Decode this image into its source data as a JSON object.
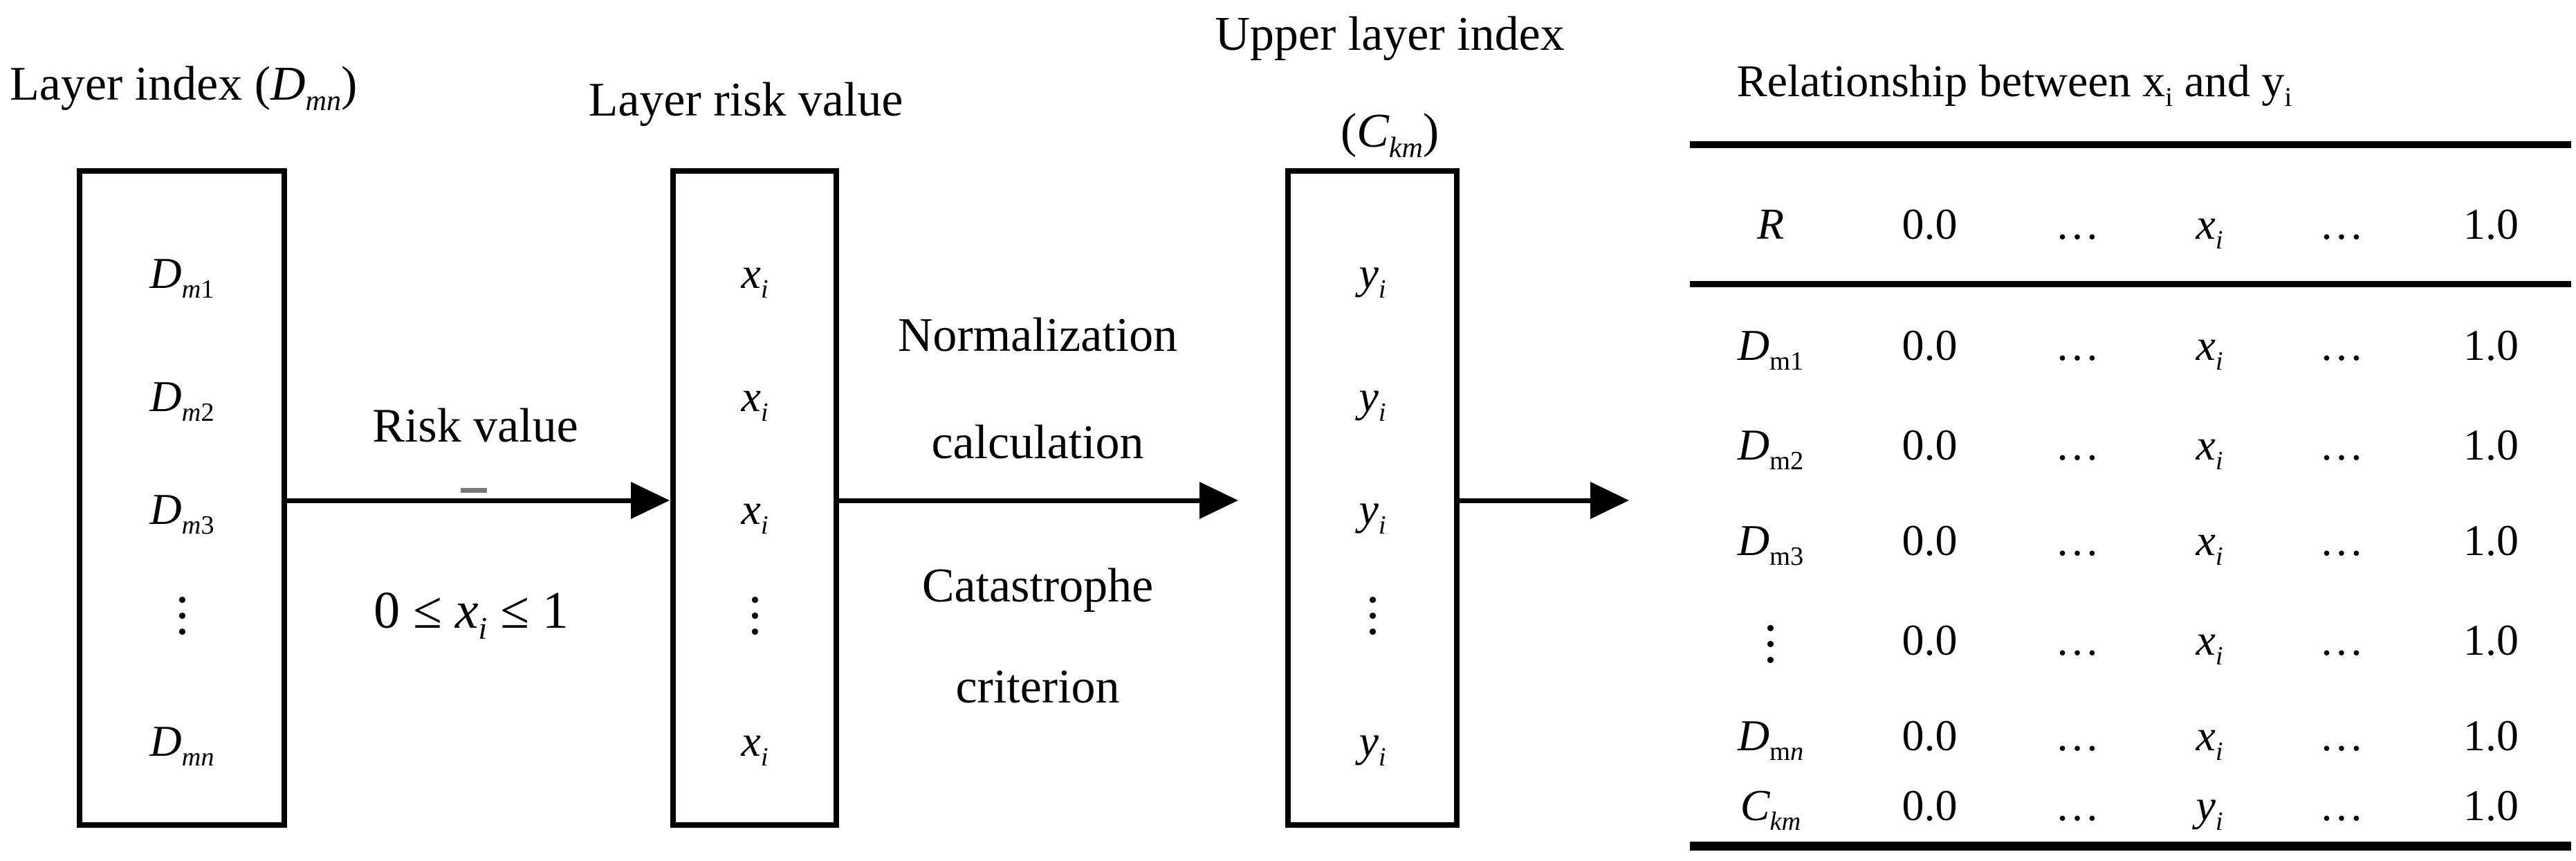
{
  "titles": {
    "layer_index": [
      {
        "t": "Layer index ("
      },
      {
        "t": "D",
        "it": true
      },
      {
        "t": "mn",
        "it": true,
        "sub": true
      },
      {
        "t": ")"
      }
    ],
    "layer_risk_value": [
      {
        "t": "Layer risk value"
      }
    ],
    "upper_layer_index": [
      {
        "t": "Upper layer index"
      }
    ],
    "upper_layer_index_symbol": [
      {
        "t": "("
      },
      {
        "t": "C",
        "it": true
      },
      {
        "t": "km",
        "it": true,
        "sub": true
      },
      {
        "t": ")"
      }
    ],
    "table_title": [
      {
        "t": "Relationship between x"
      },
      {
        "t": "i",
        "sub": true
      },
      {
        "t": " and y"
      },
      {
        "t": "i",
        "sub": true
      }
    ]
  },
  "labels": {
    "risk_value": [
      {
        "t": "Risk value"
      }
    ],
    "risk_range": [
      {
        "t": "0 ≤ "
      },
      {
        "t": "x",
        "it": true
      },
      {
        "t": "i",
        "it": true,
        "sub": true
      },
      {
        "t": " ≤ 1"
      }
    ],
    "normalization_line1": [
      {
        "t": "Normalization"
      }
    ],
    "normalization_line2": [
      {
        "t": "calculation"
      }
    ],
    "catastrophe_line1": [
      {
        "t": "Catastrophe"
      }
    ],
    "catastrophe_line2": [
      {
        "t": "criterion"
      }
    ]
  },
  "boxes": {
    "layer_index_items": [
      [
        {
          "t": "D",
          "it": true
        },
        {
          "t": "m",
          "it": true,
          "sub": true
        },
        {
          "t": "1",
          "sub": true
        }
      ],
      [
        {
          "t": "D",
          "it": true
        },
        {
          "t": "m",
          "it": true,
          "sub": true
        },
        {
          "t": "2",
          "sub": true
        }
      ],
      [
        {
          "t": "D",
          "it": true
        },
        {
          "t": "m",
          "it": true,
          "sub": true
        },
        {
          "t": "3",
          "sub": true
        }
      ],
      [
        {
          "t": "⋮",
          "vd": true
        }
      ],
      [
        {
          "t": "D",
          "it": true
        },
        {
          "t": "mn",
          "it": true,
          "sub": true
        }
      ]
    ],
    "layer_risk_items": [
      [
        {
          "t": "x",
          "it": true
        },
        {
          "t": "i",
          "it": true,
          "sub": true
        }
      ],
      [
        {
          "t": "x",
          "it": true
        },
        {
          "t": "i",
          "it": true,
          "sub": true
        }
      ],
      [
        {
          "t": "x",
          "it": true
        },
        {
          "t": "i",
          "it": true,
          "sub": true
        }
      ],
      [
        {
          "t": "⋮",
          "vd": true
        }
      ],
      [
        {
          "t": "x",
          "it": true
        },
        {
          "t": "i",
          "it": true,
          "sub": true
        }
      ]
    ],
    "upper_index_items": [
      [
        {
          "t": "y",
          "it": true
        },
        {
          "t": "i",
          "it": true,
          "sub": true
        }
      ],
      [
        {
          "t": "y",
          "it": true
        },
        {
          "t": "i",
          "it": true,
          "sub": true
        }
      ],
      [
        {
          "t": "y",
          "it": true
        },
        {
          "t": "i",
          "it": true,
          "sub": true
        }
      ],
      [
        {
          "t": "⋮",
          "vd": true
        }
      ],
      [
        {
          "t": "y",
          "it": true
        },
        {
          "t": "i",
          "it": true,
          "sub": true
        }
      ]
    ]
  },
  "table": {
    "rows": [
      {
        "name": "header",
        "cells": [
          [
            {
              "t": "R",
              "it": true
            }
          ],
          [
            {
              "t": "0.0"
            }
          ],
          [
            {
              "t": "…"
            }
          ],
          [
            {
              "t": "x",
              "it": true
            },
            {
              "t": "i",
              "it": true,
              "sub": true
            }
          ],
          [
            {
              "t": "…"
            }
          ],
          [
            {
              "t": "1.0"
            }
          ]
        ]
      },
      {
        "name": "dm1",
        "cells": [
          [
            {
              "t": "D",
              "it": true
            },
            {
              "t": "m1",
              "sub": true
            }
          ],
          [
            {
              "t": "0.0"
            }
          ],
          [
            {
              "t": "…"
            }
          ],
          [
            {
              "t": "x",
              "it": true
            },
            {
              "t": "i",
              "it": true,
              "sub": true
            }
          ],
          [
            {
              "t": "…"
            }
          ],
          [
            {
              "t": "1.0"
            }
          ]
        ]
      },
      {
        "name": "dm2",
        "cells": [
          [
            {
              "t": "D",
              "it": true
            },
            {
              "t": "m2",
              "sub": true
            }
          ],
          [
            {
              "t": "0.0"
            }
          ],
          [
            {
              "t": "…"
            }
          ],
          [
            {
              "t": "x",
              "it": true
            },
            {
              "t": "i",
              "it": true,
              "sub": true
            }
          ],
          [
            {
              "t": "…"
            }
          ],
          [
            {
              "t": "1.0"
            }
          ]
        ]
      },
      {
        "name": "dm3",
        "cells": [
          [
            {
              "t": "D",
              "it": true
            },
            {
              "t": "m3",
              "sub": true
            }
          ],
          [
            {
              "t": "0.0"
            }
          ],
          [
            {
              "t": "…"
            }
          ],
          [
            {
              "t": "x",
              "it": true
            },
            {
              "t": "i",
              "it": true,
              "sub": true
            }
          ],
          [
            {
              "t": "…"
            }
          ],
          [
            {
              "t": "1.0"
            }
          ]
        ]
      },
      {
        "name": "dots",
        "cells": [
          [
            {
              "t": "⋮",
              "vd": true
            }
          ],
          [
            {
              "t": "0.0"
            }
          ],
          [
            {
              "t": "…"
            }
          ],
          [
            {
              "t": "x",
              "it": true
            },
            {
              "t": "i",
              "it": true,
              "sub": true
            }
          ],
          [
            {
              "t": "…"
            }
          ],
          [
            {
              "t": "1.0"
            }
          ]
        ]
      },
      {
        "name": "dmn",
        "cells": [
          [
            {
              "t": "D",
              "it": true
            },
            {
              "t": "m",
              "sub": true
            },
            {
              "t": "n",
              "it": true,
              "sub": true
            }
          ],
          [
            {
              "t": "0.0"
            }
          ],
          [
            {
              "t": "…"
            }
          ],
          [
            {
              "t": "x",
              "it": true
            },
            {
              "t": "i",
              "it": true,
              "sub": true
            }
          ],
          [
            {
              "t": "…"
            }
          ],
          [
            {
              "t": "1.0"
            }
          ]
        ]
      },
      {
        "name": "ckm",
        "cells": [
          [
            {
              "t": "C",
              "it": true
            },
            {
              "t": "km",
              "it": true,
              "sub": true
            }
          ],
          [
            {
              "t": "0.0"
            }
          ],
          [
            {
              "t": "…"
            }
          ],
          [
            {
              "t": "y",
              "it": true
            },
            {
              "t": "i",
              "it": true,
              "sub": true
            }
          ],
          [
            {
              "t": "…"
            }
          ],
          [
            {
              "t": "1.0"
            }
          ]
        ]
      }
    ]
  },
  "colors": {
    "ink": "#000000",
    "background": "#ffffff",
    "stray_mark": "#777777"
  }
}
